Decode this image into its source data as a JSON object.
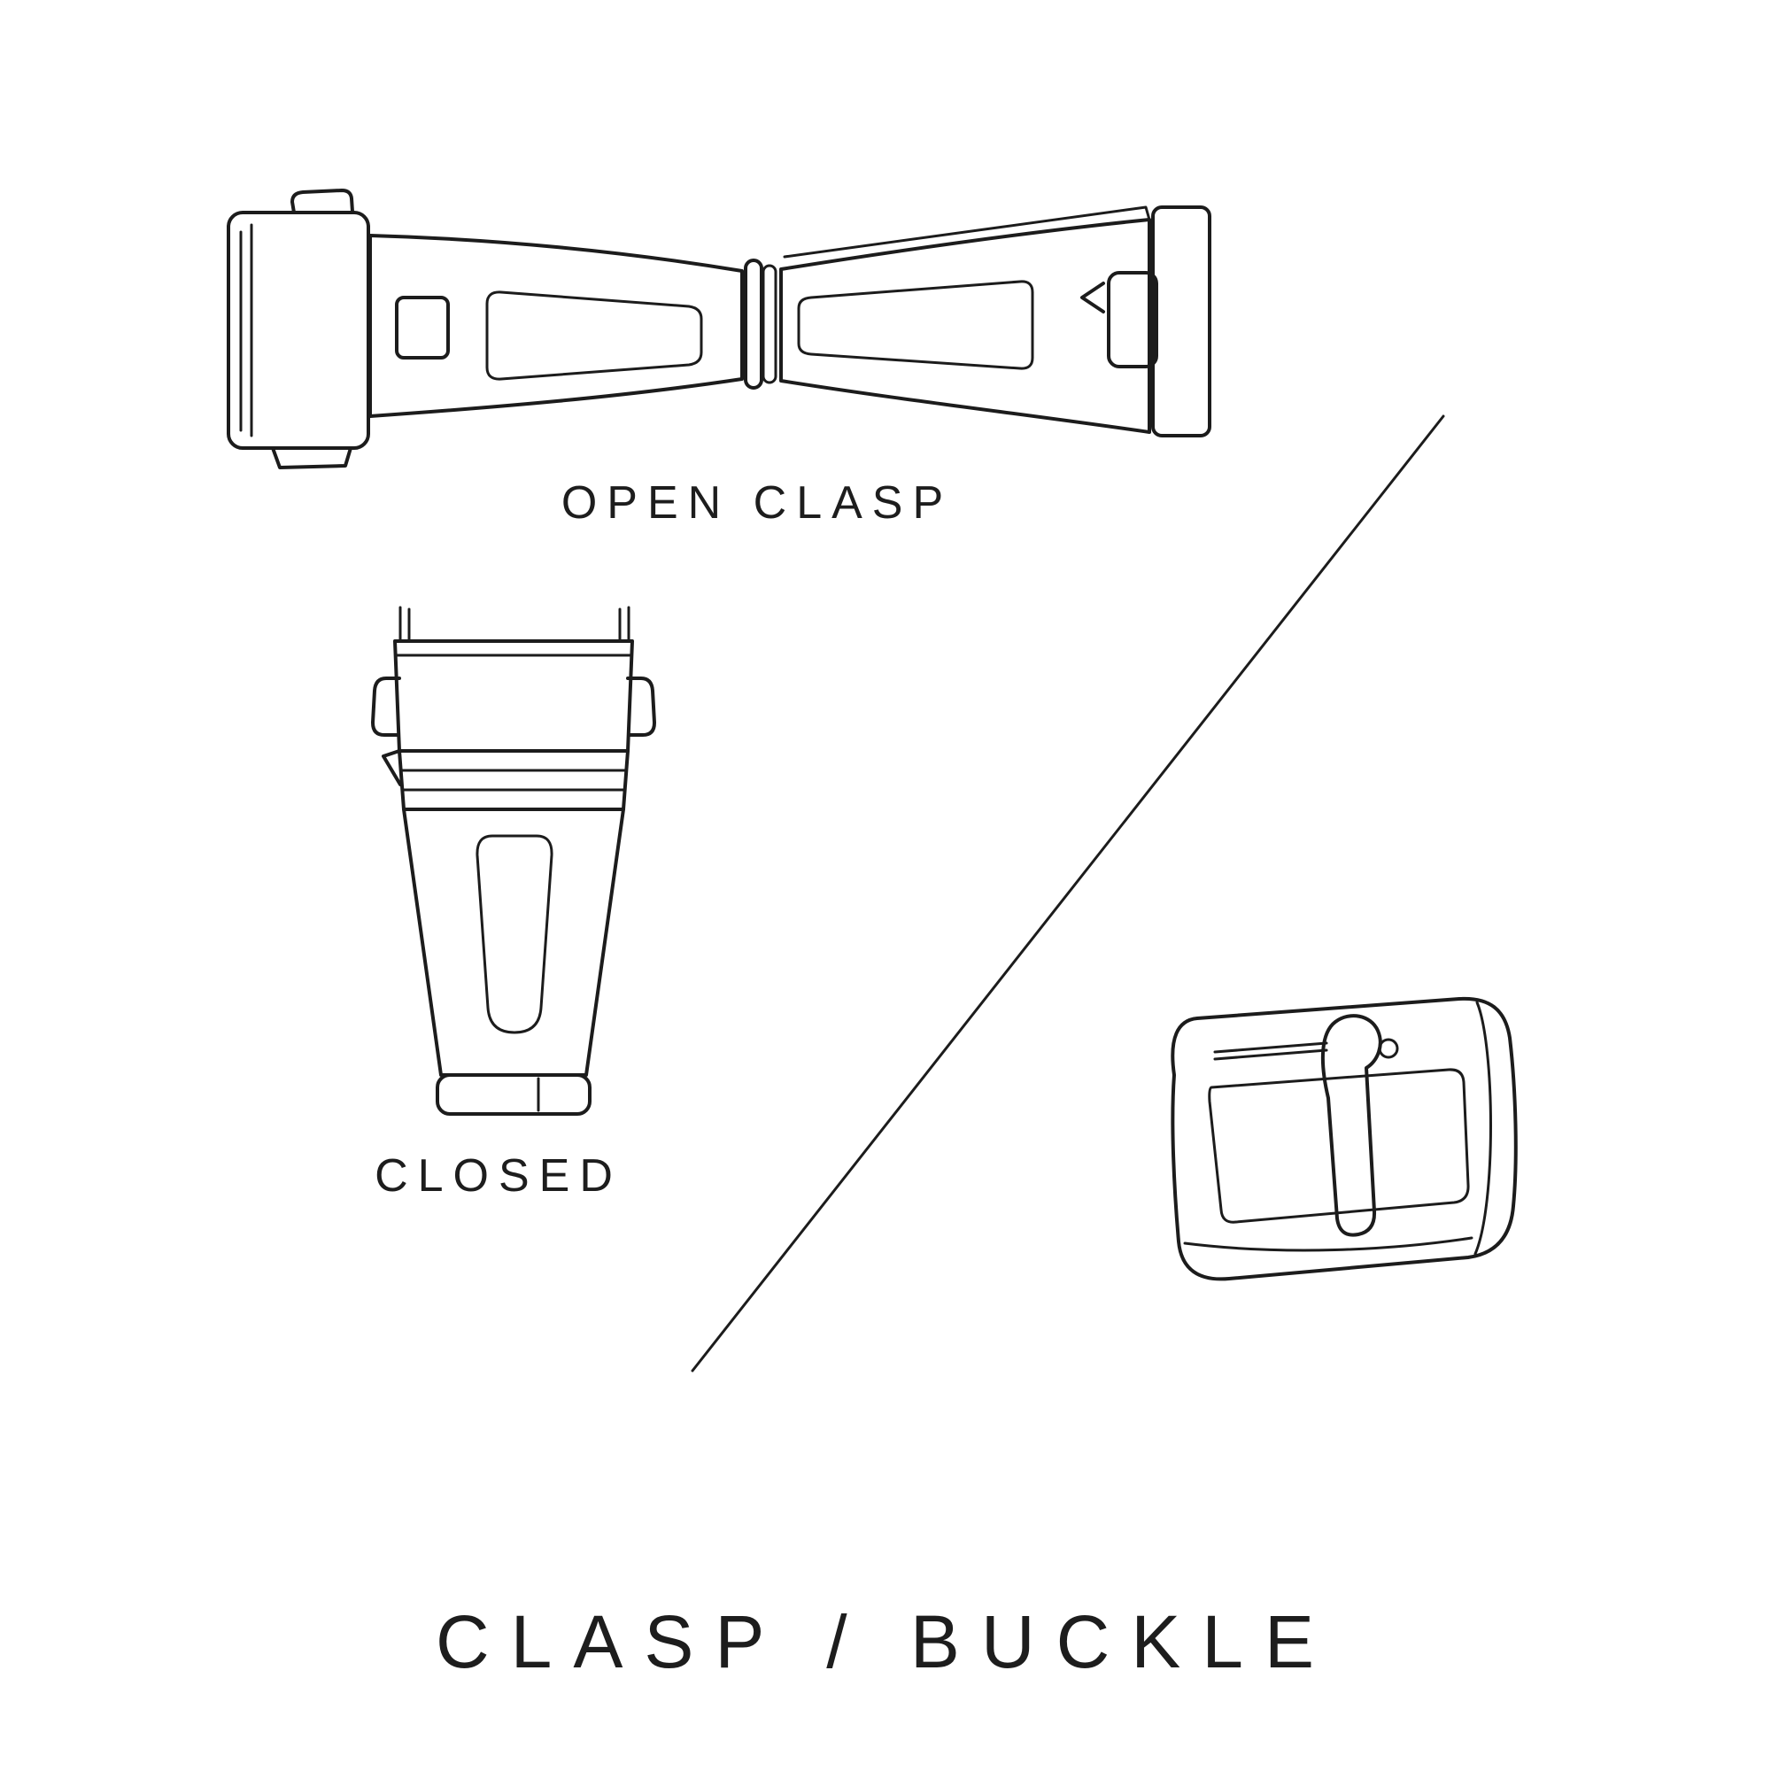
{
  "page": {
    "background_color": "#ffffff",
    "line_color": "#1c1c1c"
  },
  "labels": {
    "open_clasp": "OPEN CLASP",
    "closed": "CLOSED"
  },
  "title": {
    "text": "CLASP / BUCKLE"
  },
  "illustrations": {
    "open_clasp": "open-clasp-line-art",
    "closed_clasp": "closed-clasp-line-art",
    "buckle": "buckle-line-art",
    "divider": "diagonal-divider-line"
  }
}
